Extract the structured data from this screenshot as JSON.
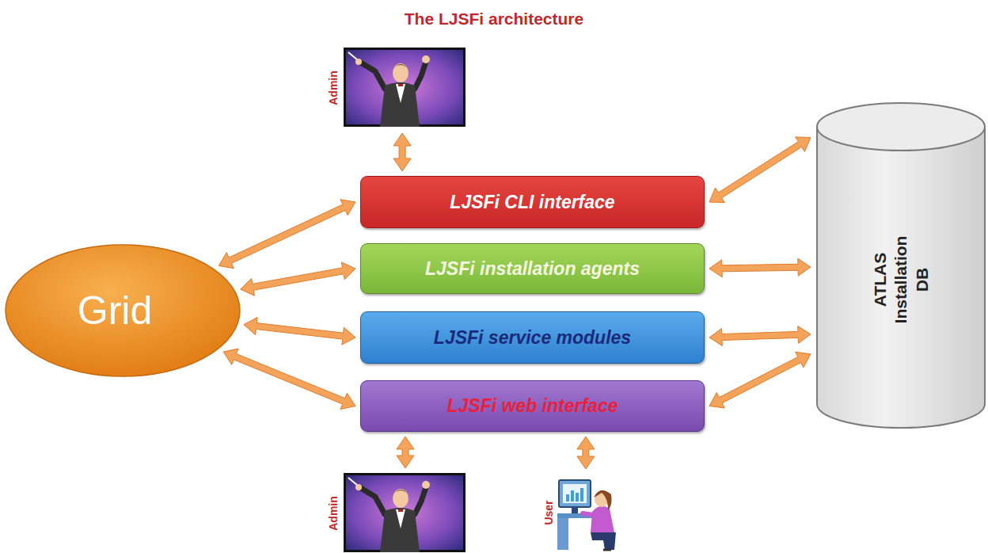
{
  "diagram": {
    "title": "The LJSFi architecture",
    "nodes": [
      {
        "text": [
          "Admin"
        ]
      },
      {
        "text": [
          "LJSFi CLI interface"
        ]
      },
      {
        "text": [
          "Grid"
        ]
      },
      {
        "text": [
          "LJSFi installation agents"
        ]
      },
      {
        "text": [
          "LJSFi service modules"
        ]
      },
      {
        "text": [
          "LJSFi web interface"
        ]
      },
      {
        "text": [
          "ATLAS Installation DB"
        ]
      },
      {
        "text": [
          "Admin"
        ]
      },
      {
        "text": [
          "User"
        ]
      }
    ],
    "edges": [
      {
        "from": 0,
        "to": 1,
        "arrow": "both"
      },
      {
        "from": 2,
        "to": 1,
        "arrow": "both"
      },
      {
        "from": 2,
        "to": 3,
        "arrow": "both"
      },
      {
        "from": 2,
        "to": 4,
        "arrow": "both"
      },
      {
        "from": 2,
        "to": 5,
        "arrow": "both"
      },
      {
        "from": 1,
        "to": 6,
        "arrow": "both"
      },
      {
        "from": 3,
        "to": 6,
        "arrow": "both"
      },
      {
        "from": 4,
        "to": 6,
        "arrow": "both"
      },
      {
        "from": 5,
        "to": 6,
        "arrow": "both"
      },
      {
        "from": 5,
        "to": 7,
        "arrow": "both"
      },
      {
        "from": 5,
        "to": 8,
        "arrow": "both"
      }
    ]
  }
}
